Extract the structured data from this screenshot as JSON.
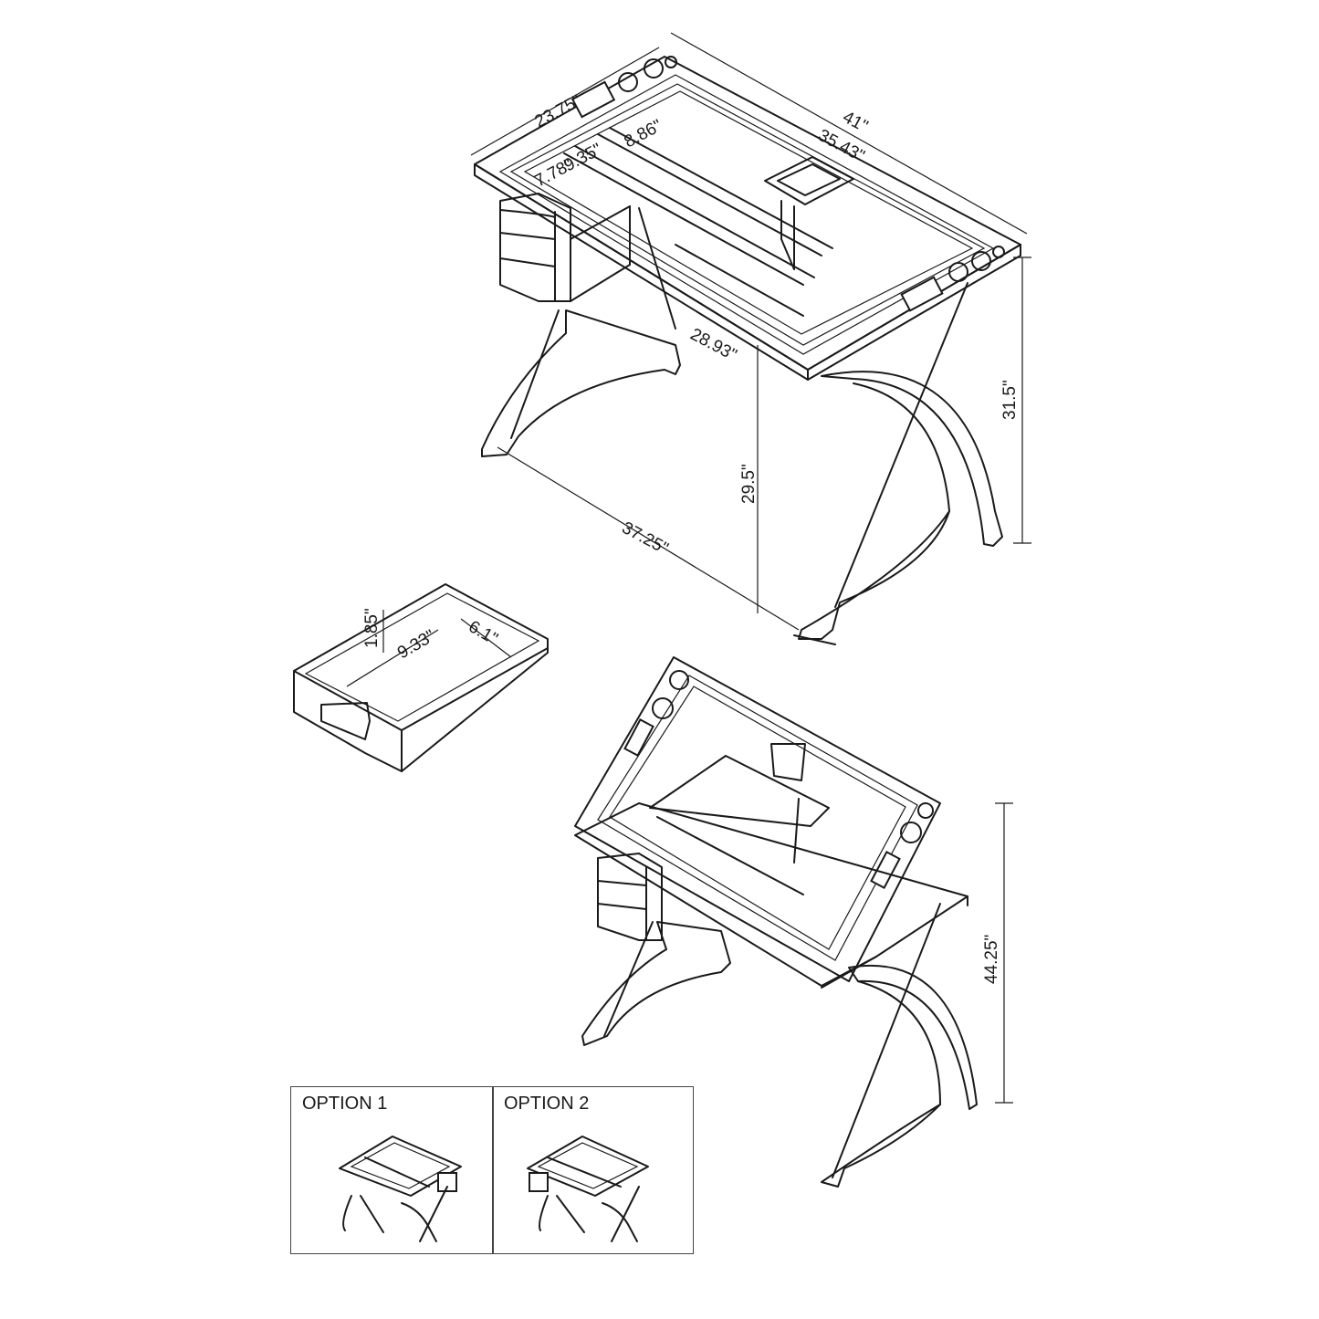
{
  "dimensions": {
    "desk_depth": "23.75\"",
    "desk_width": "41\"",
    "glass_width": "35.43\"",
    "tray_small": "8.86\"",
    "tray_a": "7.78\"",
    "tray_b": "9.35\"",
    "glass_depth": "28.93\"",
    "height_total": "31.5\"",
    "height_under": "29.5\"",
    "base_width": "37.25\"",
    "drawer_height": "1.85\"",
    "drawer_length": "9.33\"",
    "drawer_width": "6.1\"",
    "tilted_height": "44.25\""
  },
  "options": {
    "option1": "OPTION 1",
    "option2": "OPTION 2"
  }
}
